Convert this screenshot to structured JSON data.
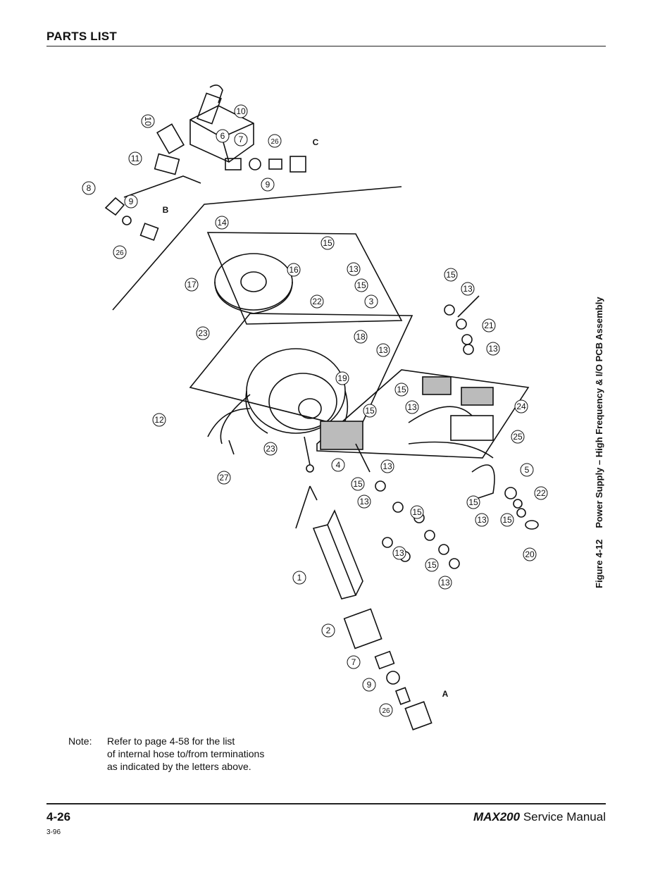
{
  "header": {
    "title": "PARTS LIST"
  },
  "figure": {
    "number": "Figure 4-12",
    "title": "Power Supply – High Frequency & I/O PCB Assembly",
    "callouts": [
      "10",
      "10",
      "6",
      "7",
      "26",
      "C",
      "11",
      "9",
      "8",
      "9",
      "B",
      "26",
      "14",
      "15",
      "16",
      "13",
      "15",
      "17",
      "22",
      "3",
      "23",
      "18",
      "13",
      "19",
      "15",
      "15",
      "13",
      "12",
      "24",
      "25",
      "23",
      "27",
      "4",
      "13",
      "15",
      "13",
      "15",
      "5",
      "22",
      "15",
      "13",
      "15",
      "13",
      "21",
      "13",
      "15",
      "20",
      "15",
      "13",
      "13",
      "1",
      "2",
      "7",
      "9",
      "A",
      "26"
    ]
  },
  "note": {
    "label": "Note:",
    "lines": [
      "Refer to page 4-58 for the list",
      "of internal hose to/from terminations",
      "as indicated by the letters above."
    ]
  },
  "footer": {
    "page": "4-26",
    "date": "3-96",
    "model": "MAX200",
    "manual": "Service Manual"
  }
}
